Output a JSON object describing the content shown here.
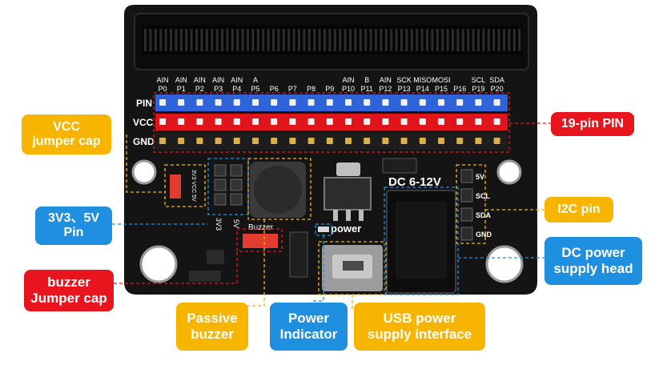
{
  "board": {
    "pin_numbers": [
      "P0",
      "P1",
      "P2",
      "P3",
      "P4",
      "P5",
      "P6",
      "P7",
      "P8",
      "P9",
      "P10",
      "P11",
      "P12",
      "P13",
      "P14",
      "P15",
      "P16",
      "P19",
      "P20"
    ],
    "pin_functions": [
      "AIN",
      "AIN",
      "AIN",
      "AIN",
      "AIN",
      "A",
      "",
      "",
      "",
      "",
      "AIN",
      "B",
      "AIN",
      "SCK",
      "MISO",
      "MOSI",
      "",
      "SCL",
      "SDA"
    ],
    "row_labels": [
      "PIN",
      "VCC",
      "GND"
    ],
    "dc_label": "DC 6-12V",
    "power_label": "power",
    "buzzer_label": "Buzzer",
    "header_3v3": "3V3",
    "header_5v": "5V",
    "jumper_silk": "3V3 VCC 5V",
    "i2c_pins": [
      "5V",
      "SCL",
      "SDA",
      "GND"
    ],
    "colors": {
      "pcb": "#141414",
      "pin_row": "#2f63d9",
      "vcc_row": "#e0141b",
      "gnd_row": "#1a1a1a",
      "jumper": "#e23b2f"
    }
  },
  "callouts": {
    "vcc_jumper": "VCC\njumper cap",
    "pin_3v3_5v": "3V3、5V\nPin",
    "buzzer_jumper": "buzzer\nJumper cap",
    "passive_buzzer": "Passive\nbuzzer",
    "power_indicator": "Power\nIndicator",
    "usb_power": "USB power\nsupply interface",
    "pin19": "19-pin PIN",
    "i2c_pin": "I2C pin",
    "dc_power": "DC power\nsupply head"
  }
}
